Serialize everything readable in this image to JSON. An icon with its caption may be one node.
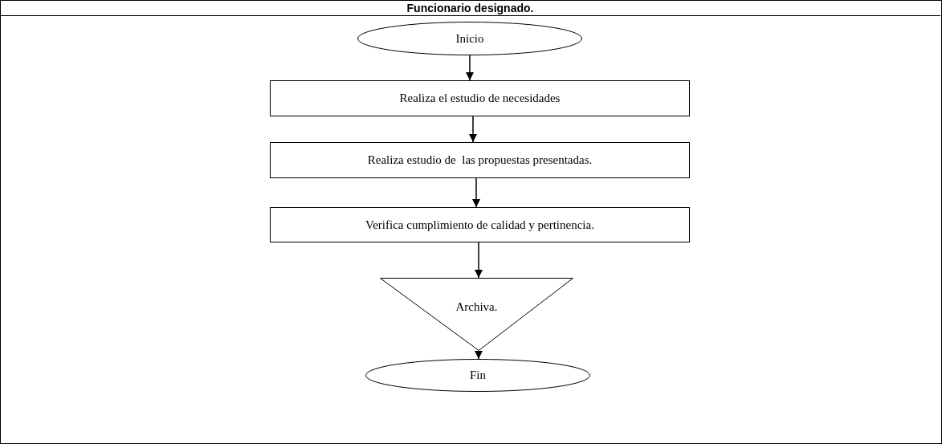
{
  "diagram": {
    "title": "Funcionario designado.",
    "nodes": [
      {
        "text": [
          "Inicio"
        ]
      },
      {
        "text": [
          "Realiza el estudio de necesidades"
        ]
      },
      {
        "text": [
          "Realiza estudio de  las propuestas presentadas."
        ]
      },
      {
        "text": [
          "Verifica cumplimiento de calidad y pertinencia."
        ]
      },
      {
        "text": [
          "Archiva."
        ]
      },
      {
        "text": [
          "Fin"
        ]
      }
    ],
    "edges": [
      {
        "from": 0,
        "to": 1,
        "arrow": "to"
      },
      {
        "from": 1,
        "to": 2,
        "arrow": "to"
      },
      {
        "from": 2,
        "to": 3,
        "arrow": "to"
      },
      {
        "from": 3,
        "to": 4,
        "arrow": "to"
      },
      {
        "from": 4,
        "to": 5,
        "arrow": "to"
      }
    ]
  }
}
